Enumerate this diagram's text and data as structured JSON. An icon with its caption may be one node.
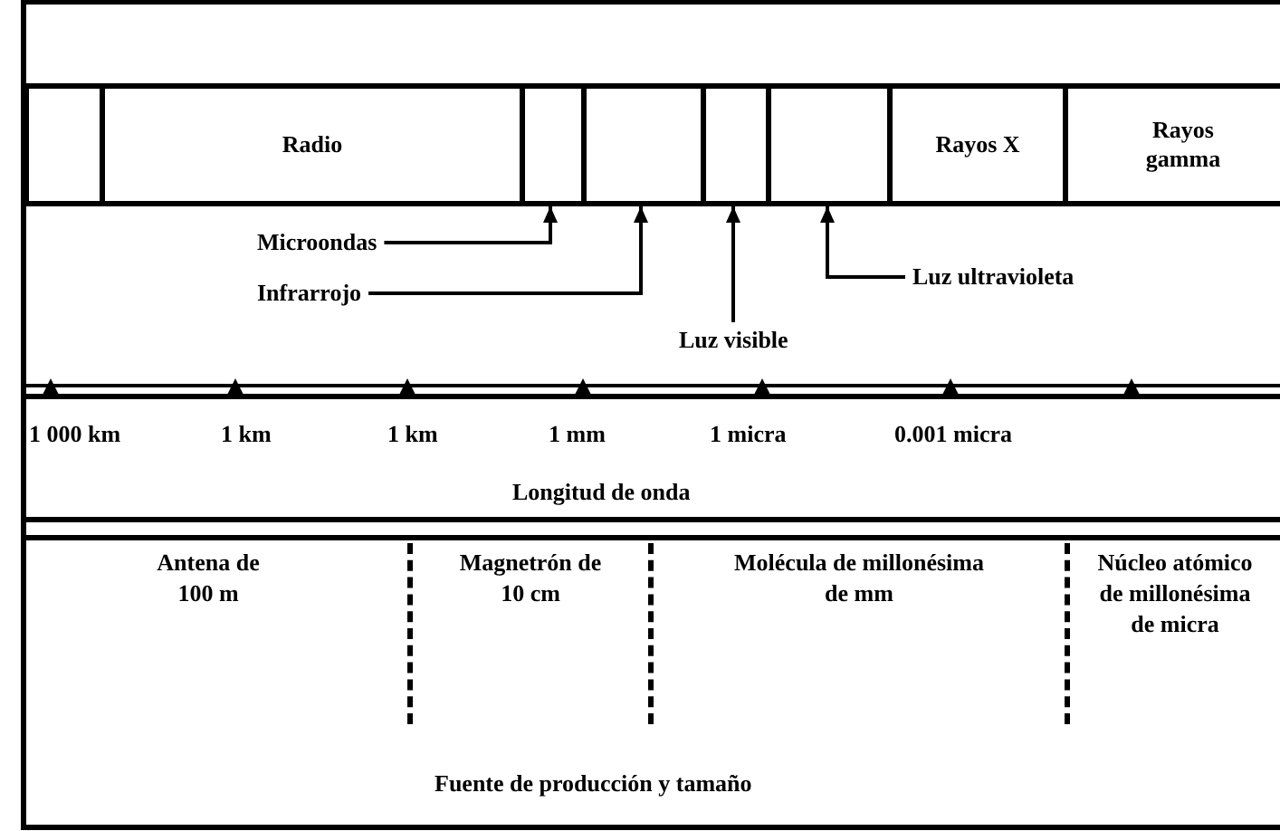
{
  "diagram": {
    "nodes": [
      {
        "text": [],
        "shape": "box"
      },
      {
        "text": [
          "Radio"
        ]
      },
      {
        "text": [],
        "shape": "box"
      },
      {
        "text": [],
        "shape": "box"
      },
      {
        "text": [],
        "shape": "box"
      },
      {
        "text": [],
        "shape": "box"
      },
      {
        "text": [
          "Rayos X"
        ]
      },
      {
        "text": [
          "Rayos gamma"
        ]
      },
      {
        "text": [
          "Microondas"
        ]
      },
      {
        "text": [
          "Infrarrojo"
        ]
      },
      {
        "text": [
          "Luz visible"
        ]
      },
      {
        "text": [
          "Luz ultravioleta"
        ]
      },
      {
        "text": [
          "Antena de 100 m"
        ]
      },
      {
        "text": [
          "Magnetrón de 10 cm"
        ]
      },
      {
        "text": [
          "Molécula de millonésima de mm"
        ]
      },
      {
        "text": [
          "Núcleo atómico de millonésima de micra"
        ]
      }
    ],
    "edges": [
      {
        "from": 8,
        "to": 2,
        "arrow": "to"
      },
      {
        "from": 9,
        "to": 3,
        "arrow": "to"
      },
      {
        "from": 10,
        "to": 4,
        "arrow": "to"
      },
      {
        "from": 11,
        "to": 5,
        "arrow": "to"
      }
    ],
    "labels": [
      "1 000 km",
      "1 km",
      "1 km",
      "1 mm",
      "1 micra",
      "0.001 micra",
      "Longitud de onda",
      "Fuente de producción y tamaño"
    ]
  }
}
